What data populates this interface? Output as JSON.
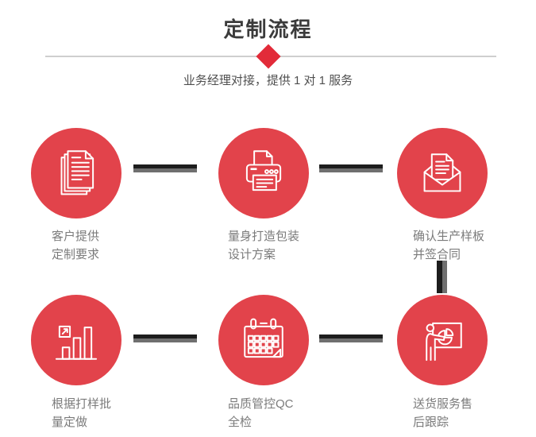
{
  "header": {
    "title": "定制流程",
    "subtitle": "业务经理对接，提供 1 对 1 服务"
  },
  "colors": {
    "circle_red": "#e2434b",
    "diamond_red": "#e22b39",
    "connector_dark": "#1d1d1d",
    "connector_gray": "#6f6f6f",
    "divider_gray": "#cfcfcf",
    "title_text": "#3b3b3b",
    "label_text": "#7b7b7b"
  },
  "steps": [
    {
      "icon": "stacked-documents-icon",
      "line1": "客户提供",
      "line2": "定制要求"
    },
    {
      "icon": "printer-icon",
      "line1": "量身打造包装",
      "line2": "设计方案"
    },
    {
      "icon": "envelope-letter-icon",
      "line1": "确认生产样板",
      "line2": "并签合同"
    },
    {
      "icon": "growth-bar-chart-icon",
      "line1": "根据打样批",
      "line2": "量定做"
    },
    {
      "icon": "calendar-icon",
      "line1": "品质管控QC",
      "line2": "全检"
    },
    {
      "icon": "presentation-icon",
      "line1": "送货服务售",
      "line2": "后跟踪"
    }
  ]
}
